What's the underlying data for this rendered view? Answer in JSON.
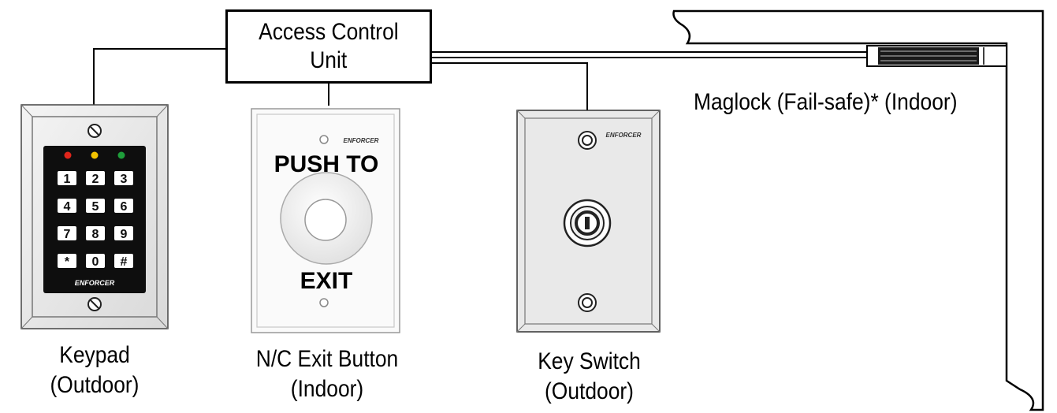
{
  "acu": {
    "line1": "Access Control",
    "line2": "Unit"
  },
  "keypad": {
    "brand": "ENFORCER",
    "leds": [
      "#e0251b",
      "#f2c200",
      "#1e9d3a"
    ],
    "keys": [
      "1",
      "2",
      "3",
      "4",
      "5",
      "6",
      "7",
      "8",
      "9",
      "*",
      "0",
      "#"
    ],
    "label1": "Keypad",
    "label2": "(Outdoor)"
  },
  "exit_button": {
    "brand": "ENFORCER",
    "top_text": "PUSH TO",
    "bottom_text": "EXIT",
    "label1": "N/C Exit Button",
    "label2": "(Indoor)"
  },
  "key_switch": {
    "brand": "ENFORCER",
    "label1": "Key Switch",
    "label2": "(Outdoor)"
  },
  "maglock": {
    "label": "Maglock (Fail-safe)* (Indoor)"
  }
}
